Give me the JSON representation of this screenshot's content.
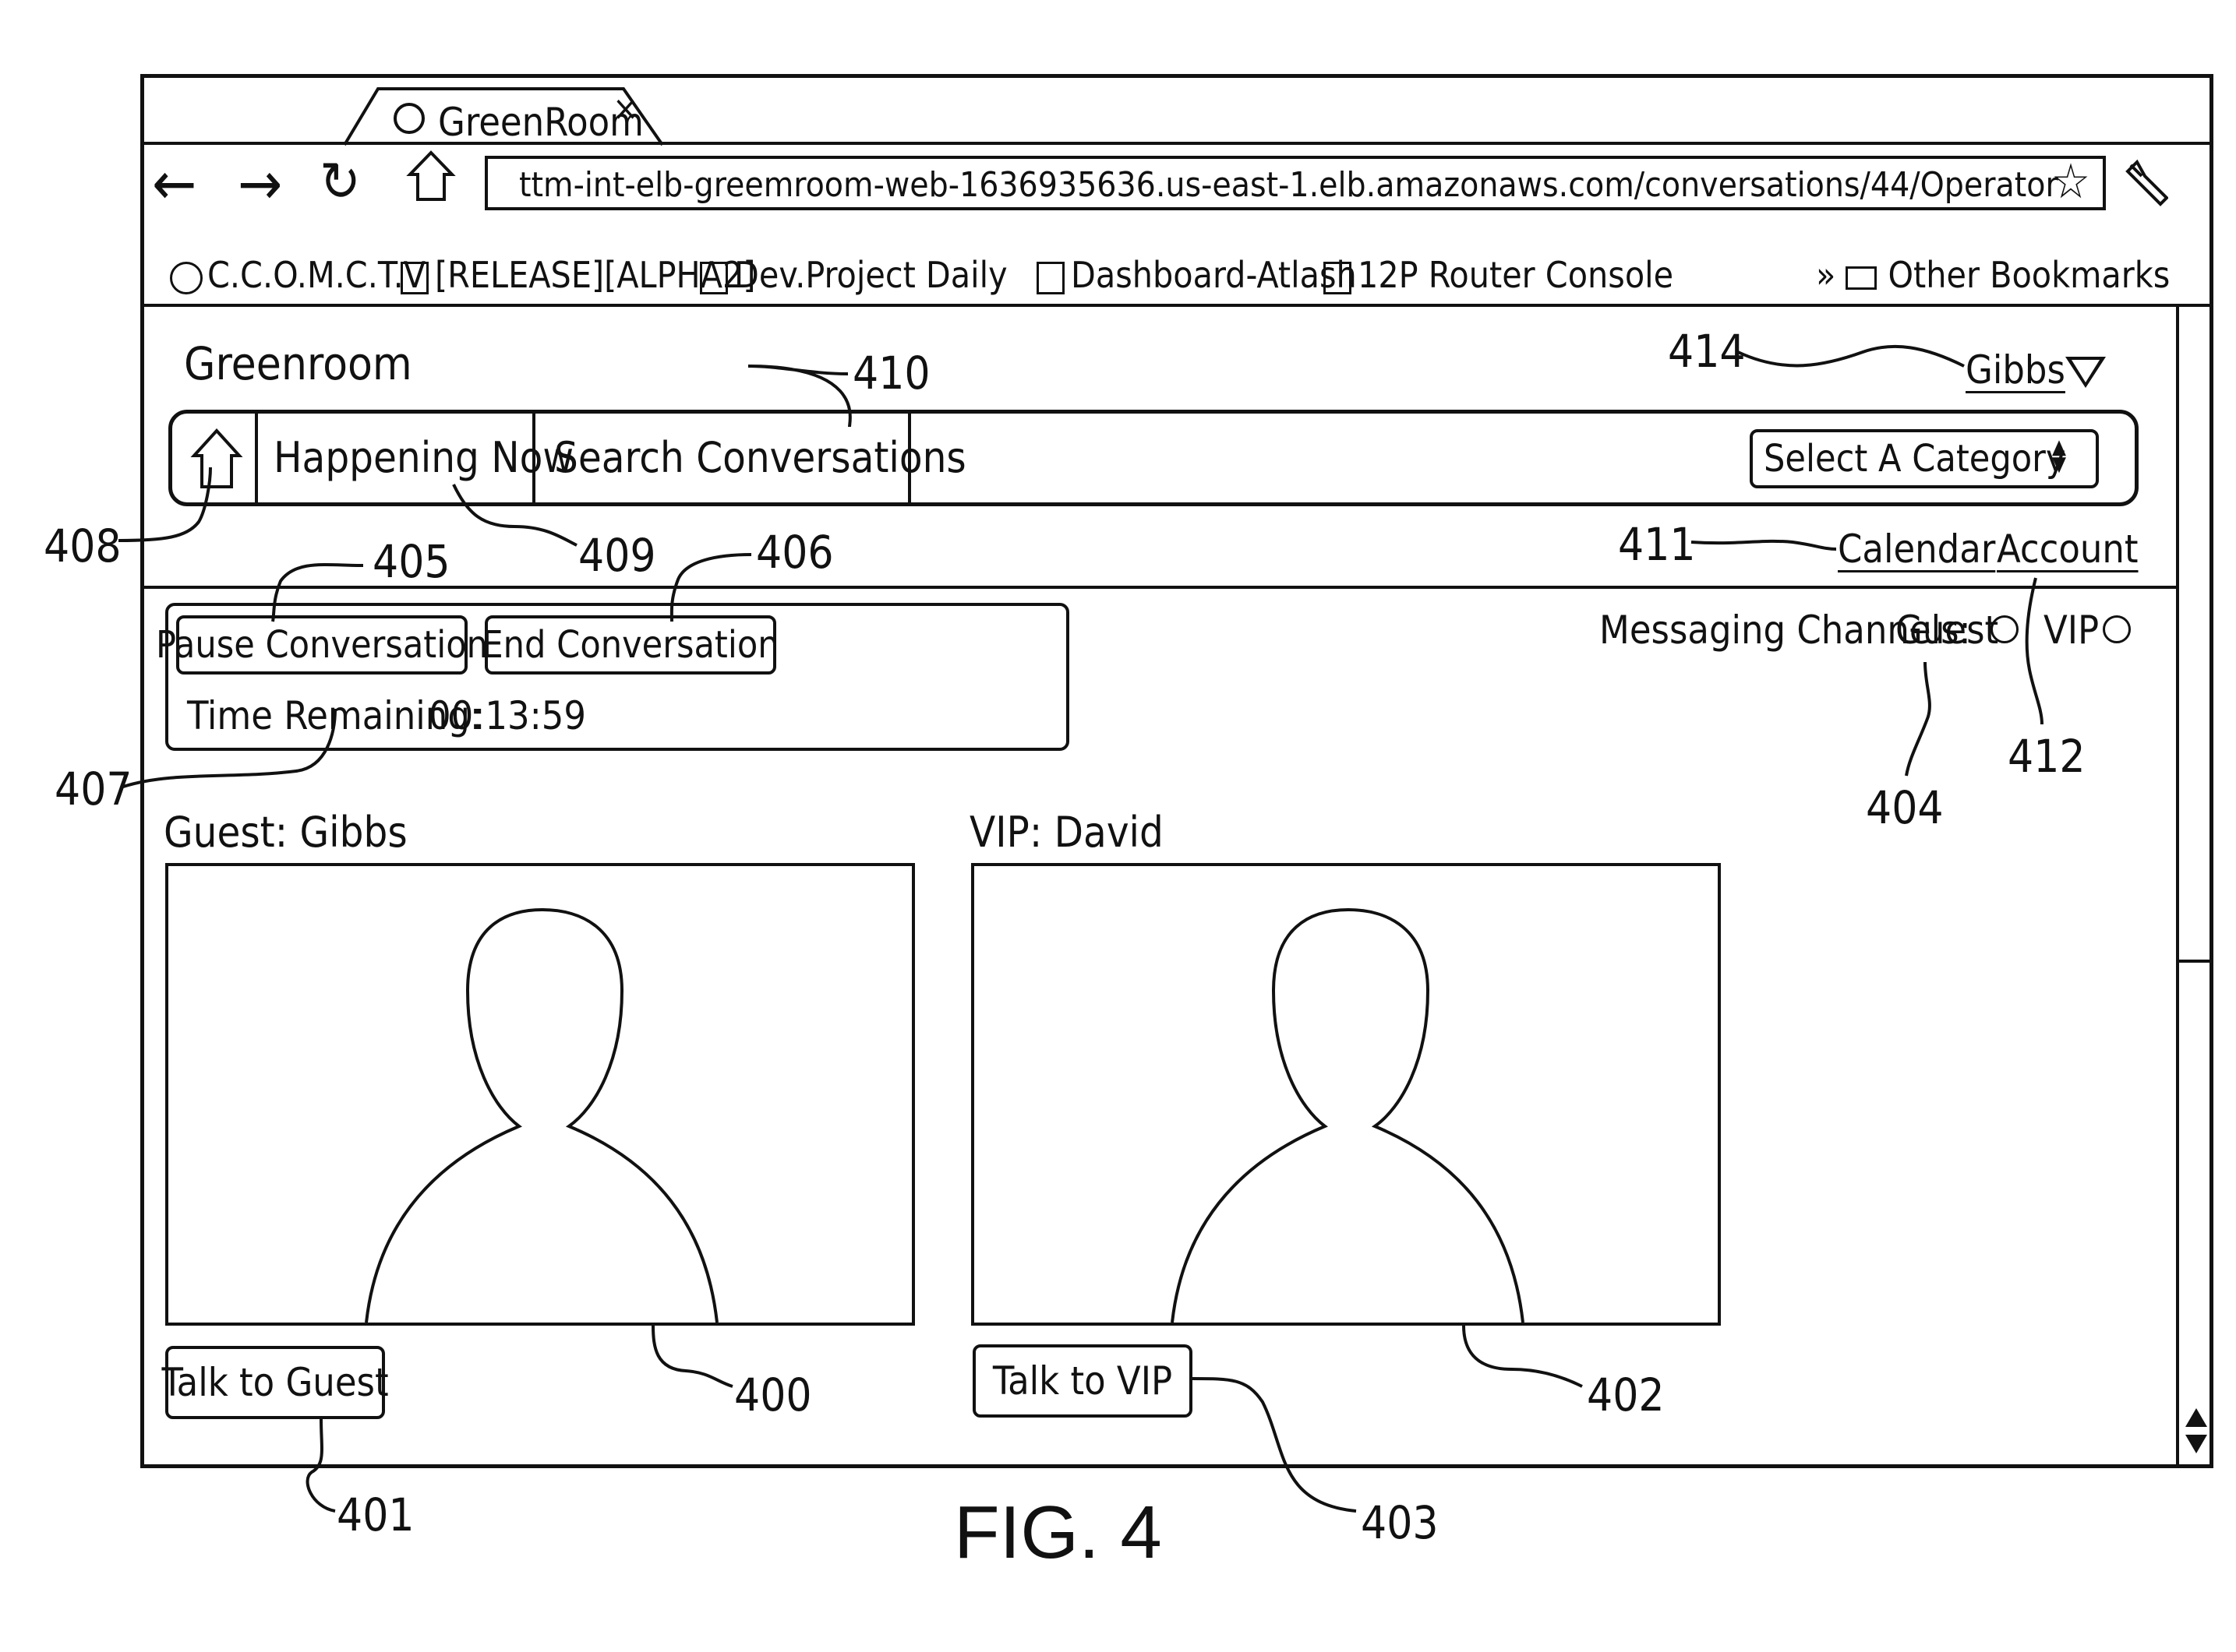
{
  "browser": {
    "tab_title": "GreenRoom",
    "tab_close": "×",
    "url": "ttm-int-elb-greemroom-web-1636935636.us-east-1.elb.amazonaws.com/conversations/44/Operator",
    "nav": {
      "back": "←",
      "forward": "→",
      "reload": "↻"
    },
    "bookmarks": [
      {
        "label": "C.C.O.M.C.T.V",
        "icon": "globe-icon"
      },
      {
        "label": "[RELEASE][ALPHA2]",
        "icon": "page-icon"
      },
      {
        "label": "Dev.Project Daily",
        "icon": "page-icon"
      },
      {
        "label": "Dashboard-Atlash",
        "icon": "page-icon"
      },
      {
        "label": "12P Router Console",
        "icon": "page-icon"
      }
    ],
    "other_bookmarks_chevron": "»",
    "other_bookmarks": "Other Bookmarks"
  },
  "app": {
    "brand": "Greenroom",
    "user": "Gibbs",
    "nav": {
      "happening_now": "Happening Now",
      "search_conversations": "Search Conversations"
    },
    "category_select": "Select A Category",
    "links": {
      "calendar": "Calendar",
      "account": "Account"
    }
  },
  "controls": {
    "pause": "Pause Conversation",
    "end": "End Conversation",
    "time_remaining_label": "Time Remaining:",
    "time_remaining": "00:13:59"
  },
  "messaging": {
    "label": "Messaging Channels:",
    "guest": "Guest",
    "vip": "VIP"
  },
  "video": {
    "guest_label": "Guest: Gibbs",
    "vip_label": "VIP: David",
    "talk_guest": "Talk to Guest",
    "talk_vip": "Talk to VIP"
  },
  "refs": {
    "r400": "400",
    "r401": "401",
    "r402": "402",
    "r403": "403",
    "r404": "404",
    "r405": "405",
    "r406": "406",
    "r407": "407",
    "r408": "408",
    "r409": "409",
    "r410": "410",
    "r411": "411",
    "r412": "412",
    "r414": "414"
  },
  "figure_caption": "FIG. 4"
}
